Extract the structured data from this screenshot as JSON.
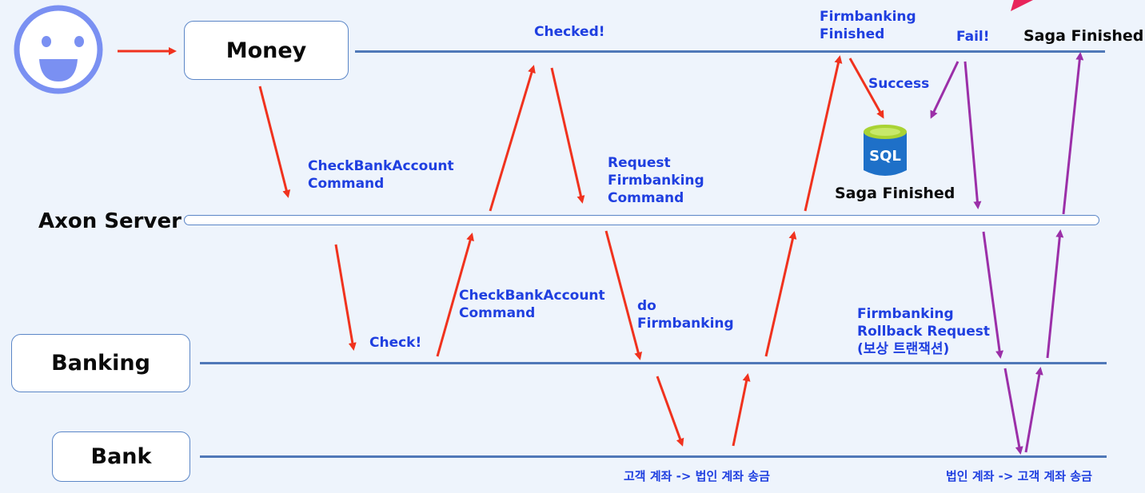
{
  "participants": {
    "money": "Money",
    "axon": "Axon Server",
    "banking": "Banking",
    "bank": "Bank"
  },
  "labels": {
    "checked": "Checked!",
    "firmbanking_finished": "Firmbanking\nFinished",
    "fail": "Fail!",
    "saga_finished_top": "Saga Finished",
    "success": "Success",
    "check_bank_account_cmd_1": "CheckBankAccount\nCommand",
    "request_firmbanking_cmd": "Request\nFirmbanking\nCommand",
    "saga_finished_mid": "Saga Finished",
    "check_bank_account_cmd_2": "CheckBankAccount\nCommand",
    "do_firmbanking": "do\nFirmbanking",
    "check": "Check!",
    "rollback_request": "Firmbanking\nRollback Request\n(보상 트랜잭션)",
    "transfer_customer_to_corp": "고객 계좌 -> 법인 계좌 송금",
    "transfer_corp_to_customer": "법인 계좌 -> 고객 계좌 송금"
  },
  "icons": {
    "user": "smiley-face-icon",
    "database": "sql-database-icon",
    "database_text": "SQL"
  },
  "colors": {
    "background": "#eef4fc",
    "line": "#4f78b8",
    "arrow_success": "#f0321e",
    "arrow_rollback": "#9b2fa8",
    "label_blue": "#1f3fe0",
    "corner_pink": "#e8245a"
  }
}
